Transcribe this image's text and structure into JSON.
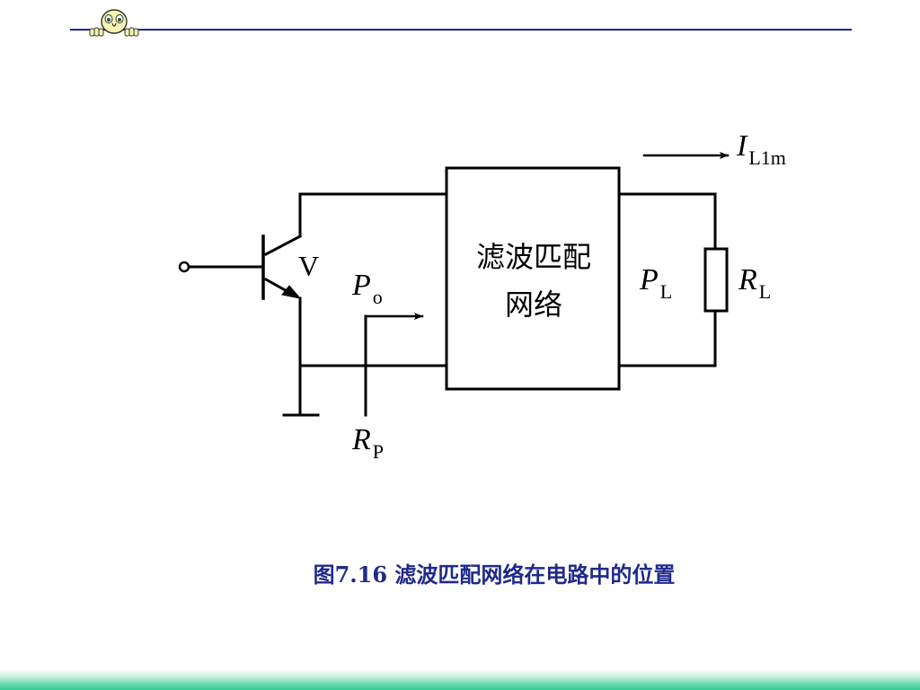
{
  "diagram": {
    "transistor_label": "V",
    "network_label_line1": "滤波匹配",
    "network_label_line2": "网络",
    "current_label": {
      "main": "I",
      "sub": "L1m"
    },
    "output_power_label": {
      "main": "P",
      "sub": "o"
    },
    "load_power_label": {
      "main": "P",
      "sub": "L"
    },
    "load_resistor_label": {
      "main": "R",
      "sub": "L"
    },
    "resonant_resistance_label": {
      "main": "R",
      "sub": "P"
    }
  },
  "caption": "图7.16  滤波匹配网络在电路中的位置",
  "colors": {
    "header_rule": "#1f2a8a",
    "caption": "#1f2a8a",
    "footer_gradient": "#36c996",
    "mascot": "#f7f3b0"
  },
  "icons": [
    "mascot-logo-icon"
  ]
}
